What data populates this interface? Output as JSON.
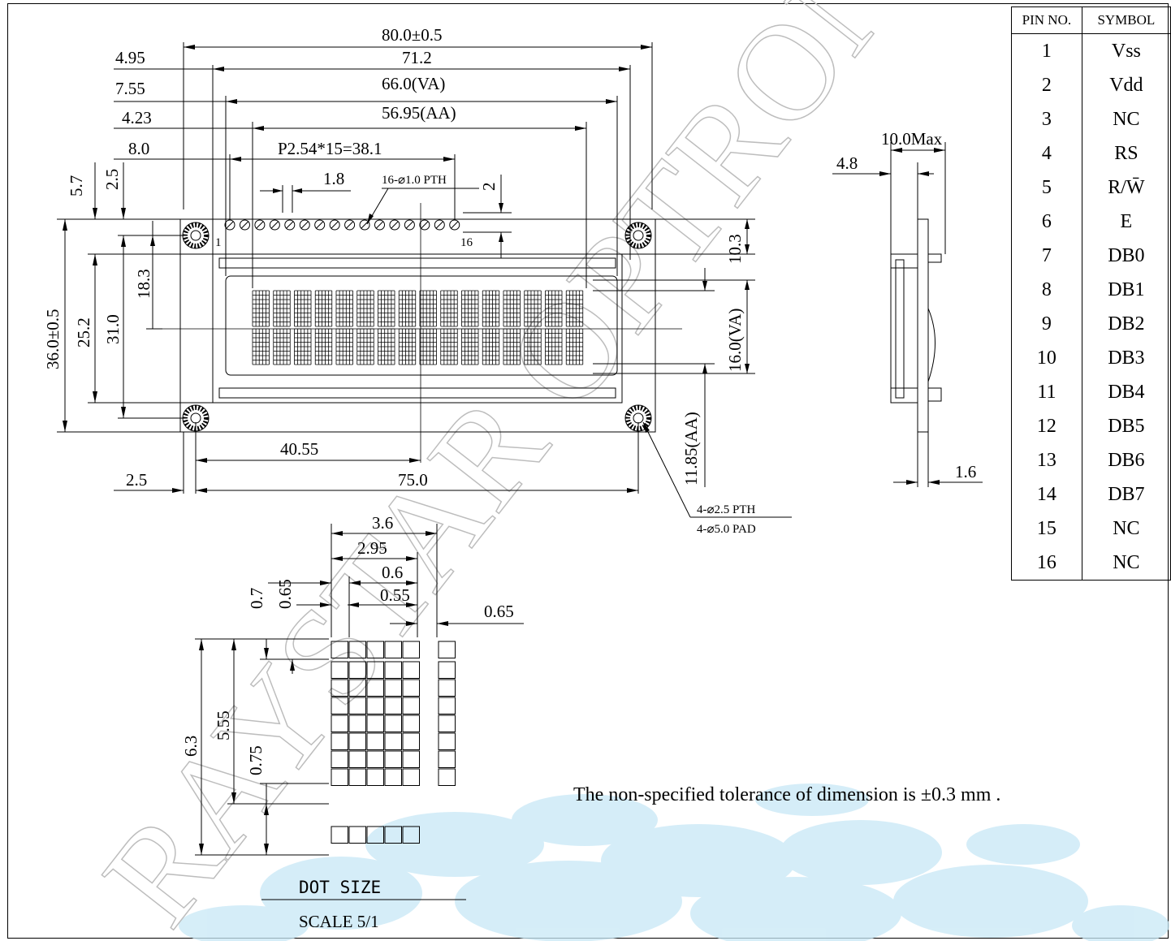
{
  "dims_top": {
    "overall": "80.0±0.5",
    "d71": "71.2",
    "va": "66.0(VA)",
    "aa": "56.95(AA)",
    "pitch": "P2.54*15=38.1",
    "left495": "4.95",
    "left755": "7.55",
    "left423": "4.23",
    "left80": "8.0",
    "d18": "1.8",
    "pth16": "16-⌀1.0 PTH",
    "d2": "2",
    "pin1": "1",
    "pin16": "16"
  },
  "dims_left": {
    "d57": "5.7",
    "d25": "2.5",
    "d360": "36.0±0.5",
    "d252": "25.2",
    "d310": "31.0",
    "d183": "18.3"
  },
  "dims_right": {
    "d103": "10.3",
    "va16": "16.0(VA)",
    "aa1185": "11.85(AA)",
    "pth25": "4-⌀2.5 PTH",
    "pad50": "4-⌀5.0 PAD"
  },
  "dims_bottom": {
    "d4055": "40.55",
    "d25b": "2.5",
    "d750": "75.0"
  },
  "side_view": {
    "max": "10.0Max",
    "d48": "4.8",
    "d16": "1.6"
  },
  "dot_size": {
    "d36": "3.6",
    "d295": "2.95",
    "d06": "0.6",
    "d055": "0.55",
    "d065r": "0.65",
    "d07": "0.7",
    "d065": "0.65",
    "d63": "6.3",
    "d555": "5.55",
    "d075": "0.75",
    "title": "DOT SIZE",
    "scale": "SCALE 5/1"
  },
  "watermark": "RAYSTAR OPTRONICS",
  "note": "The non-specified tolerance of dimension is ±0.3 mm .",
  "pin_table": {
    "headers": [
      "PIN NO.",
      "SYMBOL"
    ],
    "rows": [
      [
        "1",
        "Vss"
      ],
      [
        "2",
        "Vdd"
      ],
      [
        "3",
        "NC"
      ],
      [
        "4",
        "RS"
      ],
      [
        "5",
        "R/W̄"
      ],
      [
        "6",
        "E"
      ],
      [
        "7",
        "DB0"
      ],
      [
        "8",
        "DB1"
      ],
      [
        "9",
        "DB2"
      ],
      [
        "10",
        "DB3"
      ],
      [
        "11",
        "DB4"
      ],
      [
        "12",
        "DB5"
      ],
      [
        "13",
        "DB6"
      ],
      [
        "14",
        "DB7"
      ],
      [
        "15",
        "NC"
      ],
      [
        "16",
        "NC"
      ]
    ]
  },
  "colors": {
    "line": "#000000",
    "watermark": "#c4c4c4",
    "bubbles": "#bfe3f3"
  }
}
